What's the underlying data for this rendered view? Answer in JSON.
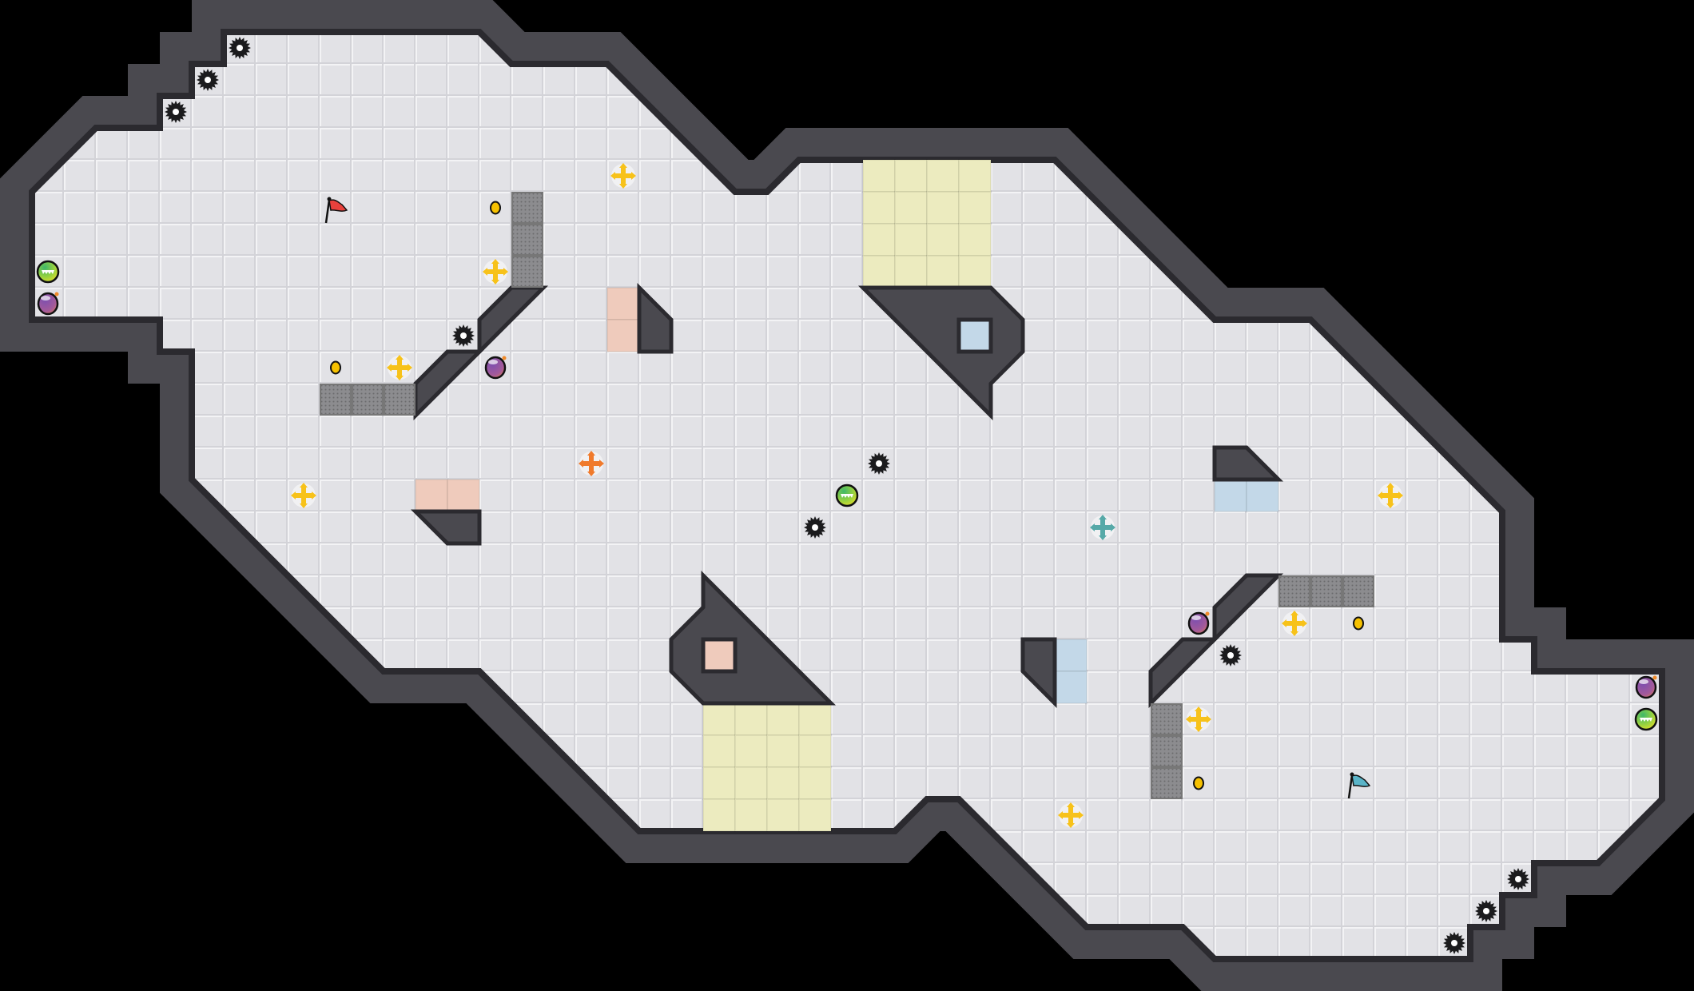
{
  "colors": {
    "background": "#000000",
    "wall": "#4a494f",
    "wall_edge": "#2b2a2f",
    "floor": "#e2e2e6",
    "grid_line": "#f2f2f4",
    "metal_block": "#8c8c8f",
    "yellow_tile": "#ecebbf",
    "pink_tile": "#efcbbc",
    "blue_tile": "#c3d8e8",
    "cross_yellow": "#f7c21a",
    "cross_orange": "#f07a2c",
    "cross_teal": "#57a9a8",
    "coin": "#f6c100",
    "flag_red": "#e8413c",
    "flag_teal": "#5ab4c8",
    "bomb_purple": "#8a4fa0",
    "orb_green": "#5cc25a"
  },
  "entity_kinds": [
    "spike-gear",
    "move-cross",
    "coin",
    "green-orb",
    "bomb",
    "start-flag",
    "goal-flag",
    "metal-block",
    "wall-slab"
  ]
}
